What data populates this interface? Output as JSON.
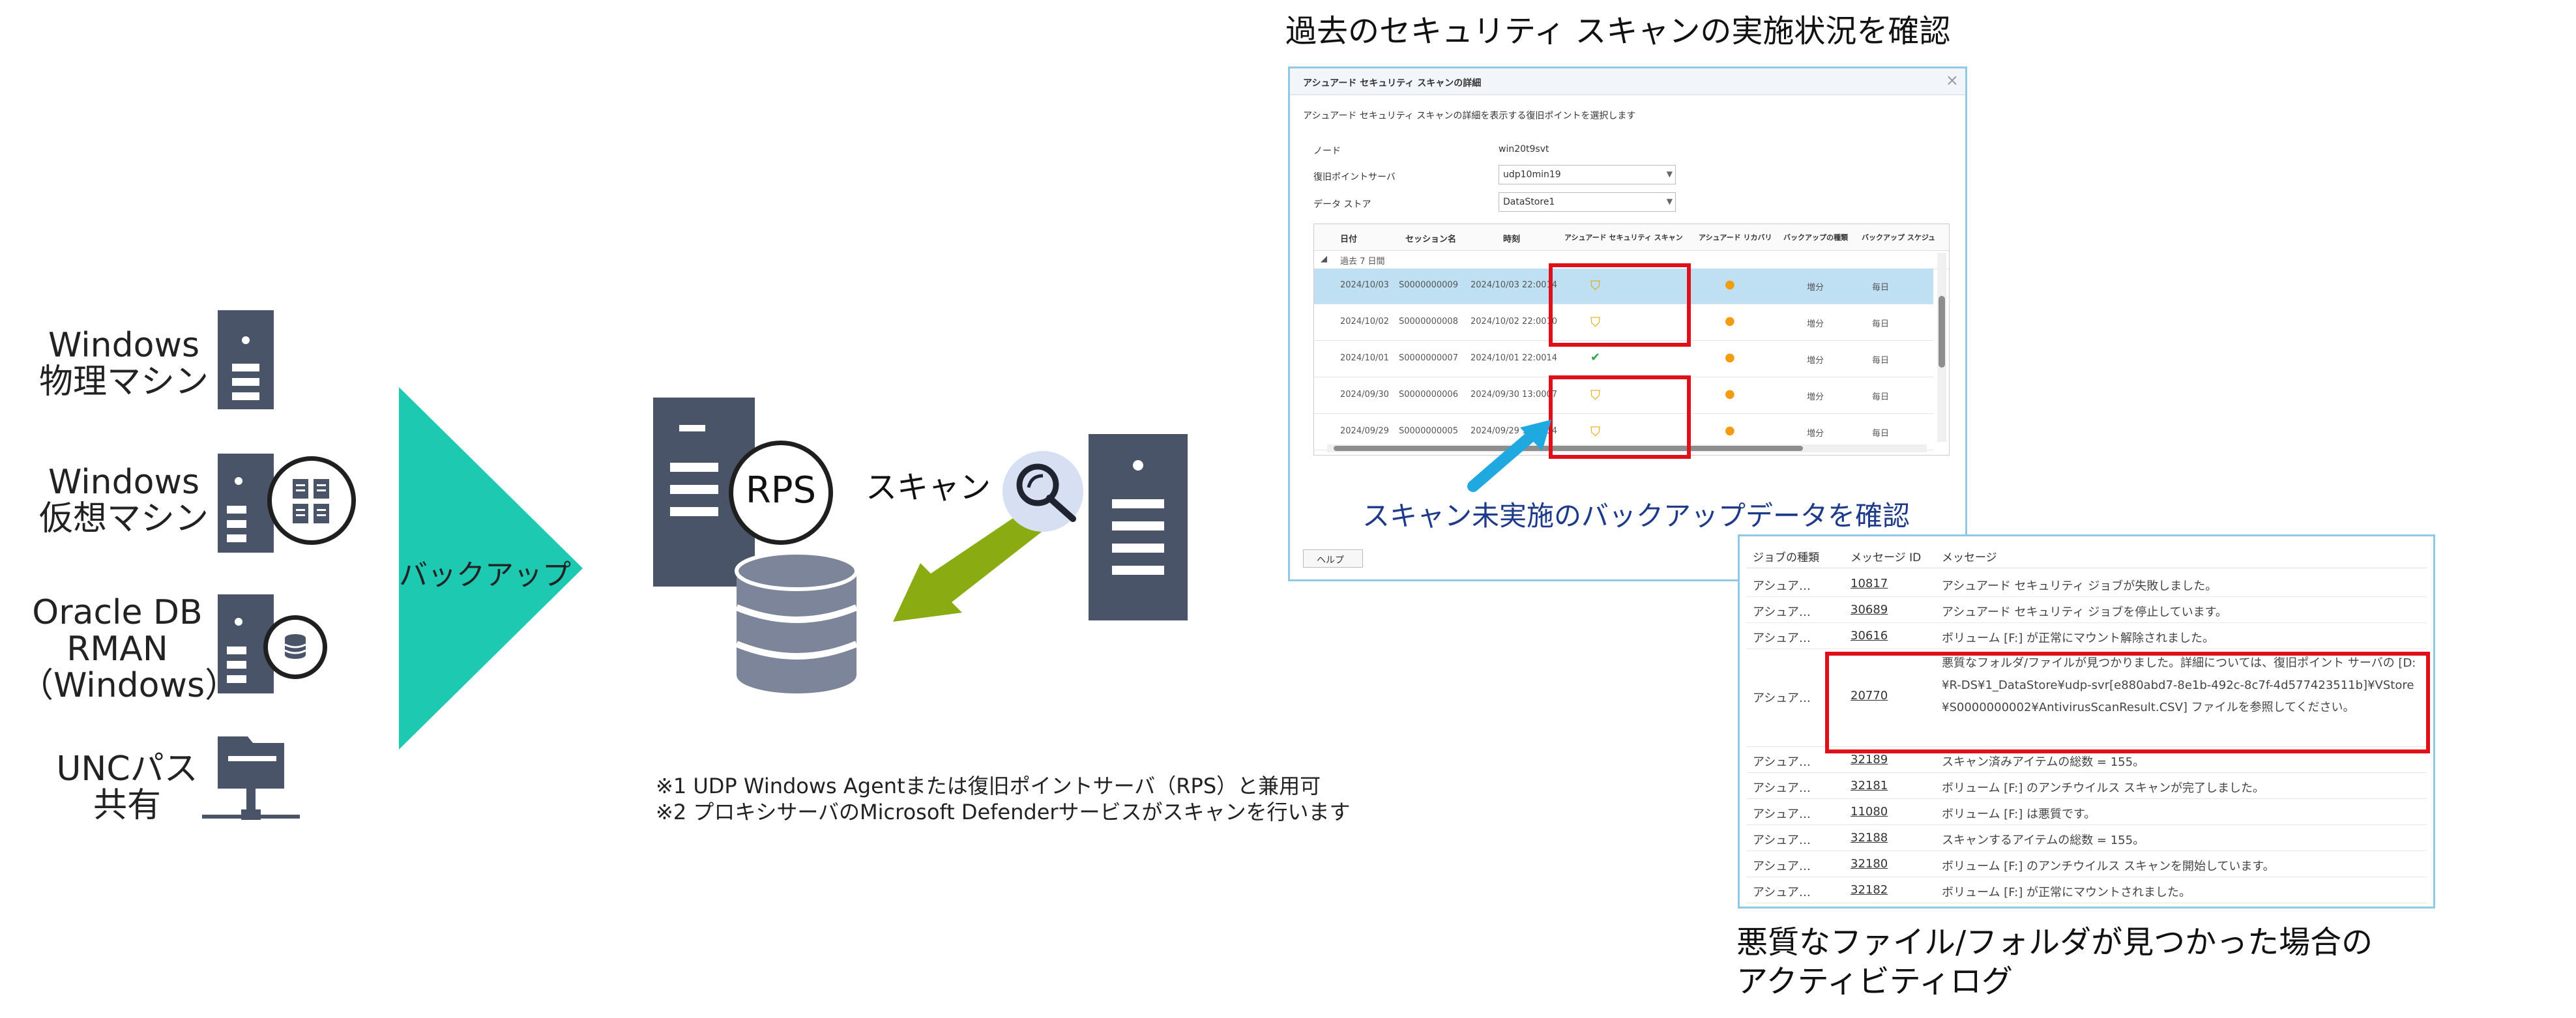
{
  "sources": {
    "windows_physical": "Windows\n物理マシン",
    "windows_virtual": "Windows\n仮想マシン",
    "oracle": "Oracle DB\nRMAN\n（Windows）",
    "unc": "UNCパス\n共有"
  },
  "backup_label": "バックアップ",
  "rps_label": "RPS",
  "scan_label": "スキャン",
  "notes": [
    "※1  UDP Windows Agentまたは復旧ポイントサーバ（RPS）と兼用可",
    "※2  プロキシサーバのMicrosoft Defenderサービスがスキャンを行います"
  ],
  "scan_history": {
    "heading": "過去のセキュリティ スキャンの実施状況を確認",
    "window_title": "アシュアード セキュリティ スキャンの詳細",
    "close": "×",
    "instruction": "アシュアード セキュリティ スキャンの詳細を表示する復旧ポイントを選択します",
    "fields": [
      {
        "label": "ノード",
        "value": "win20t9svt"
      },
      {
        "label": "復旧ポイントサーバ",
        "value": "udp10min19"
      },
      {
        "label": "データ ストア",
        "value": "DataStore1"
      }
    ],
    "columns": [
      "日付",
      "セッション名",
      "時刻",
      "アシュアード セキュリティ スキャン",
      "アシュアード リカバリ",
      "バックアップの種類",
      "バックアップ スケジュ"
    ],
    "group": "過去 7 日間",
    "rows": [
      {
        "date": "2024/10/03",
        "session": "S0000000009",
        "time": "2024/10/03 22:0014",
        "type": "増分",
        "sched": "毎日"
      },
      {
        "date": "2024/10/02",
        "session": "S0000000008",
        "time": "2024/10/02 22:0010",
        "type": "増分",
        "sched": "毎日"
      },
      {
        "date": "2024/10/01",
        "session": "S0000000007",
        "time": "2024/10/01 22:0014",
        "type": "増分",
        "sched": "毎日"
      },
      {
        "date": "2024/09/30",
        "session": "S0000000006",
        "time": "2024/09/30 13:0007",
        "type": "増分",
        "sched": "毎日"
      },
      {
        "date": "2024/09/29",
        "session": "S0000000005",
        "time": "2024/09/29 13:0014",
        "type": "増分",
        "sched": "毎日"
      }
    ],
    "help": "ヘルプ",
    "callout": "スキャン未実施のバックアップデータを確認"
  },
  "activity_log": {
    "columns": [
      "ジョブの種類",
      "メッセージ ID",
      "メッセージ"
    ],
    "rows": [
      {
        "type": "アシュア…",
        "id": "10817",
        "msg": "アシュアード セキュリティ ジョブが失敗しました。"
      },
      {
        "type": "アシュア…",
        "id": "30689",
        "msg": "アシュアード セキュリティ ジョブを停止しています。"
      },
      {
        "type": "アシュア…",
        "id": "30616",
        "msg": "ボリューム [F:] が正常にマウント解除されました。"
      },
      {
        "type": "アシュア…",
        "id": "20770",
        "msg": "悪質なフォルダ/ファイルが見つかりました。詳細については、復旧ポイント サーバの [D:¥R-DS¥1_DataStore¥udp-svr[e880abd7-8e1b-492c-8c7f-4d577423511b]¥VStore¥S0000000002¥AntivirusScanResult.CSV] ファイルを参照してください。"
      },
      {
        "type": "アシュア…",
        "id": "32189",
        "msg": "スキャン済みアイテムの総数 = 155。"
      },
      {
        "type": "アシュア…",
        "id": "32181",
        "msg": "ボリューム [F:] のアンチウイルス スキャンが完了しました。"
      },
      {
        "type": "アシュア…",
        "id": "11080",
        "msg": "ボリューム [F:] は悪質です。"
      },
      {
        "type": "アシュア…",
        "id": "32188",
        "msg": "スキャンするアイテムの総数 = 155。"
      },
      {
        "type": "アシュア…",
        "id": "32180",
        "msg": "ボリューム [F:] のアンチウイルス スキャンを開始しています。"
      },
      {
        "type": "アシュア…",
        "id": "32182",
        "msg": "ボリューム [F:] が正常にマウントされました。"
      }
    ],
    "caption": "悪質なファイル/フォルダが見つかった場合の\nアクティビティログ"
  },
  "colors": {
    "server": "#4a5468",
    "backup_arrow": "#1dc9b0",
    "scan_arrow": "#8aab12",
    "highlight": "#e0101a",
    "window_border": "#8fc9e6",
    "callout_arrow": "#1fa9e0",
    "callout_text": "#1e3a8a"
  },
  "icons": [
    "server-icon",
    "vm-icon",
    "database-icon",
    "folder-share-icon",
    "magnifier-icon",
    "shield-warning-icon",
    "check-icon"
  ]
}
